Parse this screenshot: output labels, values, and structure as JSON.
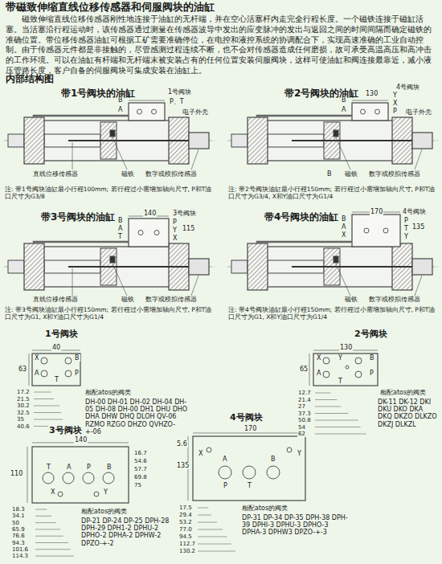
{
  "diagram": {
    "title": "带磁致伸缩直线位移传感器和伺服阀块的油缸",
    "labels": [
      "磁致伸缩直线位移传感器刚性地连接于油缸的无杆端，并在空心活塞杆内走完全行程长度。一个磁铁连接于磁缸活塞。当活塞沿行程运动时，该传感器通过测量在传感器波导中发出的应变脉冲的发出与返回之间的时间间隔而确定磁铁的准确位置。带位移传感器油缸可根据工矿需要准确停位，在电控和液控系统的协调配合下，实现高速准确的工业自动控制。由于传感器元件都是非接触的，尽管感测过程连续不断，也不会对传感器造成任何磨损，故可承受高温高压和高冲击的工作环境。可以在油缸有杆端和无杆端末被安装占有的任何位置安装伺服阀块，这样可使油缸和阀连接最靠近，减小液压管路长度，客户自备的伺服阀块可集成安装在油缸上。",
      "内部结构图",
      "带1号阀块的油缸",
      "B",
      "1号阀块",
      "A",
      "P、T",
      "电子外壳",
      "直线位移传感器",
      "磁铁",
      "数字或模拟传感器",
      "注: 带1号阀块油缸最小行程100mm; 若行程过小需增加轴向尺寸, P和T油口尺寸为G3/8",
      "带2号阀块的油缸",
      "130",
      "B",
      "4号阀块",
      "A",
      "Y",
      "X",
      "P",
      "电子外壳",
      "B",
      "磁铁",
      "数字或模拟传感器",
      "注: 带2号阀块油缸最小行程150mm; 若行程过小需增加轴向尺寸, P和T油口尺寸为G3/4, X和Y油口尺寸为G1/4",
      "带3号阀块的油缸",
      "140",
      "3号阀块",
      "B",
      "A",
      "T",
      "P",
      "Y",
      "X",
      "115",
      "直线位移传感器",
      "磁铁",
      "数字或模拟传感器",
      "注: 带3号阀块油缸最小行程150mm; 若行程过小需增加轴向尺寸, P和T油口尺寸为G1, X和Y油口尺寸为G1/4",
      "带4号阀块的油缸",
      "170",
      "4号阀块",
      "B",
      "A",
      "X",
      "P",
      "T",
      "Y",
      "135",
      "磁铁",
      "数字或模拟传感器",
      "注: 带4号阀块油缸最小行程150mm; 若行程过小需增加轴向尺寸, P和T油口尺寸为G1, X和Y油口尺寸为G1/4",
      "1号阀块",
      "40",
      "63",
      "X",
      "A",
      "B",
      "P",
      "T",
      "17.2",
      "21.5",
      "30.2",
      "32.5",
      "35",
      "40.6",
      "相配atos的阀类",
      "DH-00 DH-01 DH-02 DH-04 DH-05 DH-08 DH-00 DH1 DHU DHO DHA DHW DHQ DLOH QV-06 RZMO RZGO DHZO QVHZO-+-06",
      "2号阀块",
      "130",
      "65",
      "X",
      "A",
      "B",
      "P",
      "T",
      "Y",
      "12.7",
      "21.4",
      "27",
      "37.3",
      "50.8",
      "54",
      "62",
      "相配atos的阀类",
      "DK-11 DK-12 DKI DKU DKO DKA DKQ DKZO DLKZO DKZJ DLKZL",
      "3号阀块",
      "140",
      "110",
      "T",
      "A",
      "P",
      "B",
      "X",
      "Y",
      "16.7",
      "54.6",
      "57.7",
      "69.8",
      "75",
      "18.3",
      "34.1",
      "50",
      "65.9",
      "76.6",
      "94.3",
      "101.6",
      "114.3",
      "相配atos的阀类",
      "DP-21 DP-24 DP-25 DPH-28 DPH-29 DPH1-2 DPHU-2 DPHO-2 DPHA-2 DPHW-2 DPZO-+-2",
      "4号阀块",
      "170",
      "135",
      "5.6",
      "X",
      "Y",
      "A",
      "B",
      "P",
      "T",
      "17.5",
      "29.4",
      "53.2",
      "77.0",
      "94.5",
      "112.7",
      "130.2",
      "相配atos的阀类",
      "DP-31 DP-34 DP-35 DPH-38 DPH-39 DPHI-3 DPHU-3 DPHO-3 DPHA-3 DPHW3 DPZO-+-3"
    ]
  }
}
